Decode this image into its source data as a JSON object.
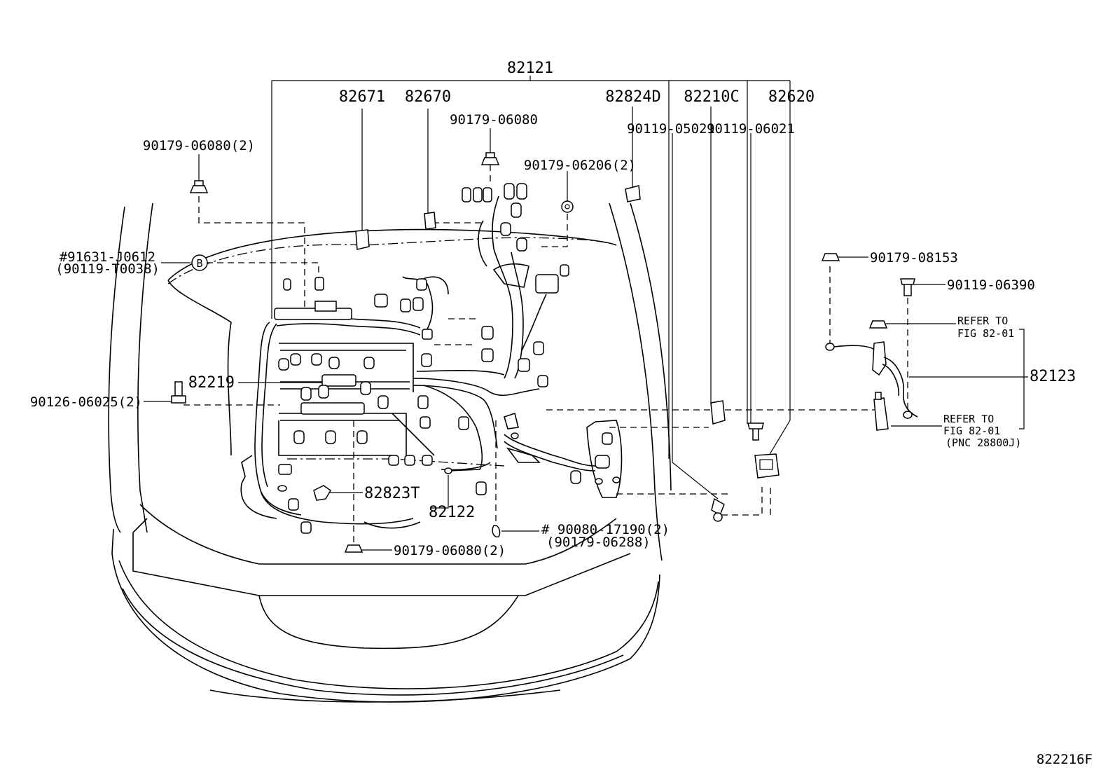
{
  "labels": {
    "p82121": "82121",
    "p82671": "82671",
    "p82670": "82670",
    "p82824d": "82824D",
    "p82210c": "82210C",
    "p82620": "82620",
    "p90179_06080_top_left": "90179-06080(2)",
    "p90179_06080_top": "90179-06080",
    "p90119_05021": "90119-05021",
    "p90119_06021": "90119-06021",
    "p90179_06206": "90179-06206(2)",
    "p91631_j0612": "#91631-J0612",
    "p90119_t0038": "(90119-T0038)",
    "ref_b": "B",
    "p82219": "82219",
    "p90126_06025": "90126-06025(2)",
    "p82823t": "82823T",
    "p82122": "82122",
    "p90080_17190": "# 90080-17190(2)",
    "p90179_06288": "(90179-06288)",
    "p90179_06080_bottom": "90179-06080(2)",
    "p90179_08153": "90179-08153",
    "p90119_06390": "90119-06390",
    "refer_to_1": "REFER TO",
    "fig_82_01_1": "FIG 82-01",
    "p82123": "82123",
    "refer_to_2": "REFER TO",
    "fig_82_01_2": "FIG 82-01",
    "pnc_28800j": "(PNC 28800J)",
    "figure_code": "822216F"
  }
}
